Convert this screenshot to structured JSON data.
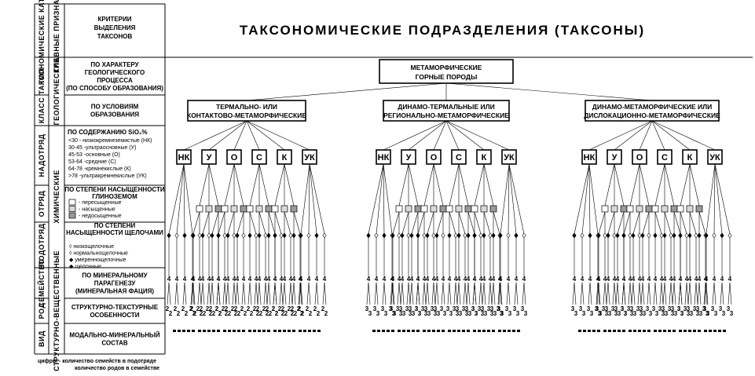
{
  "header": {
    "col1": "ТАКСОНОМИЧЕСКИЕ КАТЕГОРИИ",
    "col2": "ГЛАВНЫЕ ПРИЗНАКИ",
    "criteria_title": [
      "КРИТЕРИИ",
      "ВЫДЕЛЕНИЯ",
      "ТАКСОНОВ"
    ],
    "main_title": "ТАКСОНОМИЧЕСКИЕ ПОДРАЗДЕЛЕНИЯ (ТАКСОНЫ)"
  },
  "categories": [
    "ТИП",
    "КЛАСС",
    "НАДОТРЯД",
    "ОТРЯД",
    "ПОДОТРЯД",
    "СЕМЕЙСТВО",
    "РОД",
    "ВИД"
  ],
  "features": [
    "ГЕОЛОГИЧЕСКИЕ",
    "ХИМИЧЕСКИЕ",
    "СТРУКТУРНО-ВЕЩЕСТВЕННЫЕ"
  ],
  "criteria": {
    "type": [
      "ПО ХАРАКТЕРУ",
      "ГЕОЛОГИЧЕСКОГО",
      "ПРОЦЕССА",
      "(ПО СПОСОБУ ОБРАЗОВАНИЯ)"
    ],
    "class": [
      "ПО УСЛОВИЯМ",
      "ОБРАЗОВАНИЯ"
    ],
    "superorder_title": "ПО СОДЕРЖАНИЮ SiO₂%",
    "superorder_items": [
      "<30 - низкокремнеземистые (НК)",
      "30-45 -ультраосновные (У)",
      "45-53 -основные (О)",
      "53-64 -средние (С)",
      "64-78 -кремнекислые (К)",
      ">78 -ультракремнекислые (УК)"
    ],
    "order_title": [
      "ПО СТЕПЕНИ НАСЫЩЕННОСТИ",
      "ГЛИНОЗЕМОМ"
    ],
    "order_items": [
      "- пересыщенные",
      "- насыщенные",
      "- недосыщенные"
    ],
    "suborder_title": [
      "ПО СТЕПЕНИ",
      "НАСЫЩЕННОСТИ ЩЕЛОЧАМИ"
    ],
    "suborder_items": [
      "◊ низкощелочные",
      "◊ нормальнощелочные",
      "◆ умереннощелочные",
      "◆ щелочные"
    ],
    "family": [
      "ПО МИНЕРАЛЬНОМУ",
      "ПАРАГЕНЕЗУ",
      "(МИНЕРАЛЬНАЯ ФАЦИЯ)"
    ],
    "genus": [
      "СТРУКТУРНО-ТЕКСТУРНЫЕ",
      "ОСОБЕННОСТИ"
    ],
    "species": [
      "МОДАЛЬНО-МИНЕРАЛЬНЫЙ",
      "СОСТАВ"
    ]
  },
  "root": [
    "МЕТАМОРФИЧЕСКИЕ",
    "ГОРНЫЕ ПОРОДЫ"
  ],
  "classes": [
    {
      "line1": "ТЕРМАЛЬНО- ИЛИ",
      "line2": "КОНТАКТОВО-МЕТАМОРФИЧЕСКИЕ",
      "codes": [
        "НК",
        "У",
        "О",
        "С",
        "К",
        "УК"
      ],
      "family_num": "4",
      "genus_num": "2"
    },
    {
      "line1": "ДИНАМО-ТЕРМАЛЬНЫЕ ИЛИ",
      "line2": "РЕГИОНАЛЬНО-МЕТАМОРФИЧЕСКИЕ",
      "codes": [
        "НК",
        "У",
        "О",
        "С",
        "К",
        "УК"
      ],
      "family_num": "4",
      "genus_num": "3"
    },
    {
      "line1": "ДИНАМО-МЕТАМОРФИЧЕСКИЕ ИЛИ",
      "line2": "ДИСЛОКАЦИОННО-МЕТАМОРФИЧЕСКИЕ",
      "codes": [
        "НК",
        "У",
        "О",
        "С",
        "К",
        "УК"
      ],
      "family_num": "4",
      "genus_num": "3"
    }
  ],
  "footnote": [
    "цифры - количество семейств в подотряде",
    "количество родов в семействе"
  ],
  "colors": {
    "line": "#000000",
    "saturated_fill": "#d9d9d9",
    "undersaturated_fill": "#9a9a9a"
  }
}
